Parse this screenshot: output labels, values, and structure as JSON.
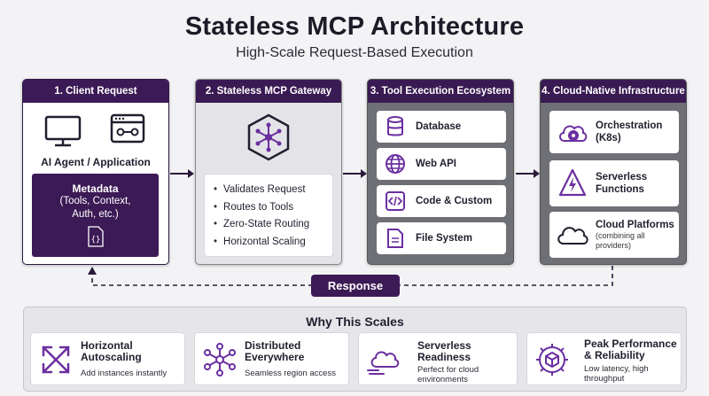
{
  "title": "Stateless MCP Architecture",
  "subtitle": "High-Scale Request-Based Execution",
  "panels": {
    "client": {
      "header": "1. Client Request",
      "agent_label": "AI Agent / Application",
      "metadata_title": "Metadata",
      "metadata_line1": "(Tools, Context,",
      "metadata_line2": "Auth, etc.)"
    },
    "gateway": {
      "header": "2. Stateless MCP Gateway",
      "items": [
        "Validates Request",
        "Routes to Tools",
        "Zero-State Routing",
        "Horizontal Scaling"
      ]
    },
    "tools": {
      "header": "3. Tool Execution Ecosystem",
      "items": [
        "Database",
        "Web API",
        "Code & Custom",
        "File System"
      ]
    },
    "cloud": {
      "header": "4. Cloud-Native Infrastructure",
      "items": [
        {
          "title1": "Orchestration",
          "title2": "(K8s)"
        },
        {
          "title1": "Serverless",
          "title2": "Functions"
        },
        {
          "title1": "Cloud Platforms",
          "sub1": "(combining all",
          "sub2": "providers)"
        }
      ]
    }
  },
  "response_label": "Response",
  "why": {
    "title": "Why This Scales",
    "cards": [
      {
        "title1": "Horizontal",
        "title2": "Autoscaling",
        "desc1": "Add instances instantly"
      },
      {
        "title1": "Distributed",
        "title2": "Everywhere",
        "desc1": "Seamless region access"
      },
      {
        "title1": "Serverless",
        "title2": "Readiness",
        "desc1": "Perfect for cloud",
        "desc2": "environments"
      },
      {
        "title1": "Peak Performance",
        "title2": "& Reliability",
        "desc1": "Low latency, high",
        "desc2": "throughput"
      }
    ]
  },
  "colors": {
    "accent": "#6b2fa0",
    "dark_purple": "#3c1a55"
  }
}
